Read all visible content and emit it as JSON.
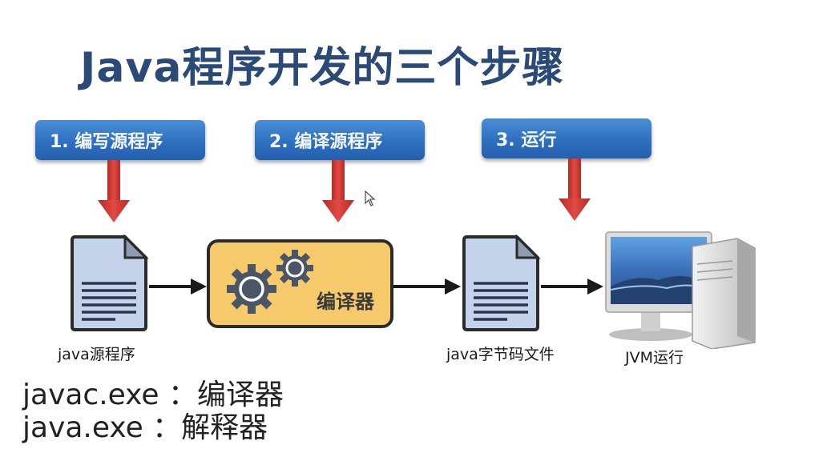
{
  "title": "Java程序开发的三个步骤",
  "steps": [
    {
      "label": "1. 编写源程序"
    },
    {
      "label": "2. 编译源程序"
    },
    {
      "label": "3. 运行"
    }
  ],
  "nodes": {
    "source": {
      "caption": "java源程序",
      "icon": "document-icon"
    },
    "compiler": {
      "label": "编译器",
      "icon": "gears-icon"
    },
    "bytecode": {
      "caption": "java字节码文件",
      "icon": "document-icon"
    },
    "jvm": {
      "caption": "JVM运行",
      "icon": "computer-icon"
    }
  },
  "notes": [
    {
      "text": "javac.exe ：编译器"
    },
    {
      "text": "java.exe ：解释器"
    }
  ],
  "colors": {
    "title": "#2b4a78",
    "step_label_bg": "#2e6fc0",
    "step_arrow": "#d23a35",
    "compiler_bg": "#f6c96a",
    "document_bg": "#c5d3ea",
    "outline": "#2b2b2b"
  }
}
